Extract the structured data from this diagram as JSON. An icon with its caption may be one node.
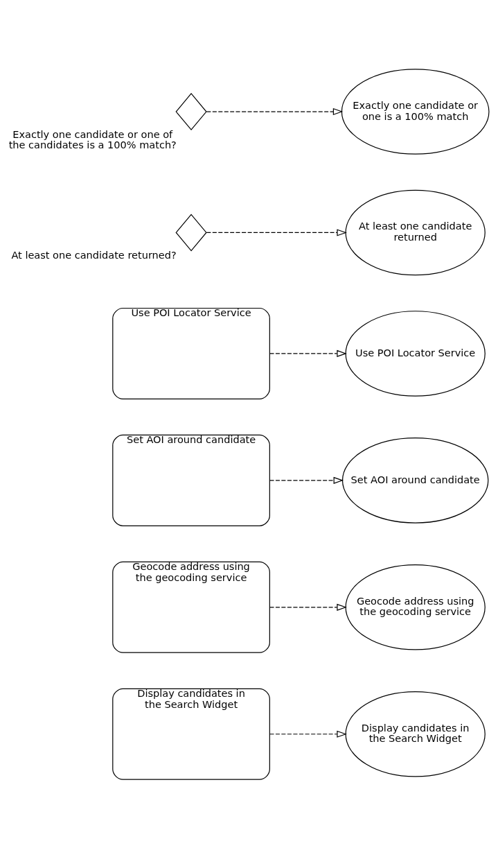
{
  "diagram": {
    "nodes": [
      {
        "text": [
          "Display candidates in the Search Widget"
        ]
      },
      {
        "text": [
          "Display candidates in the Search Widget"
        ]
      },
      {
        "text": [
          "Geocode address using the geocoding service"
        ]
      },
      {
        "text": [
          "Geocode address using the geocoding service"
        ]
      },
      {
        "text": [
          "Set AOI around candidate"
        ]
      },
      {
        "text": [
          "Set AOI around candidate"
        ]
      },
      {
        "text": [
          "Use POI Locator Service"
        ]
      },
      {
        "text": [
          "Use POI Locator Service"
        ]
      },
      {
        "text": [
          "At least one candidate returned?"
        ]
      },
      {
        "text": [
          "At least one candidate returned"
        ]
      },
      {
        "text": [
          "Exactly one candidate or one of the candidates is a 100% match?"
        ]
      },
      {
        "text": [
          "Exactly one candidate or one is a 100% match"
        ]
      }
    ],
    "edges": [
      {
        "from": 0,
        "to": 1,
        "arrow": "to",
        "style": "dashed"
      },
      {
        "from": 2,
        "to": 3,
        "arrow": "to",
        "style": "dashed"
      },
      {
        "from": 4,
        "to": 5,
        "arrow": "to",
        "style": "dashed"
      },
      {
        "from": 6,
        "to": 7,
        "arrow": "to",
        "style": "dashed"
      },
      {
        "from": 8,
        "to": 9,
        "arrow": "to",
        "style": "dashed"
      },
      {
        "from": 10,
        "to": 11,
        "arrow": "to",
        "style": "dashed"
      }
    ]
  }
}
